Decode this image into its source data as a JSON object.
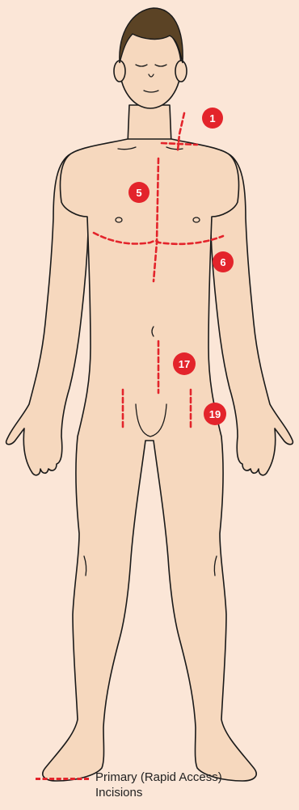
{
  "colors": {
    "background": "#fbe6d7",
    "skin": "#f6d8be",
    "hair": "#5b4325",
    "outline": "#1a1a1a",
    "incision": "#e3242b",
    "badge": "#e3242b"
  },
  "markers": [
    {
      "label": "1"
    },
    {
      "label": "5"
    },
    {
      "label": "6"
    },
    {
      "label": "17"
    },
    {
      "label": "19"
    }
  ],
  "legend": {
    "line_style": "dashed red",
    "text_line1": "Primary (Rapid Access)",
    "text_line2": "Incisions"
  }
}
